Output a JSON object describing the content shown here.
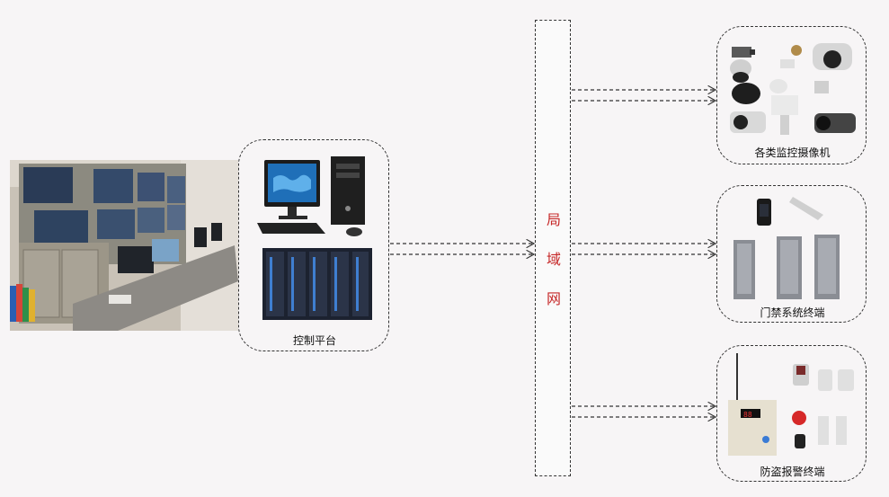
{
  "control_platform": {
    "label": "控制平台"
  },
  "lan": {
    "chars": [
      "局",
      "域",
      "网"
    ]
  },
  "terminals": [
    {
      "label": "各类监控摄像机"
    },
    {
      "label": "门禁系统终端"
    },
    {
      "label": "防盗报警终端"
    }
  ],
  "colors": {
    "lan_text": "#c62828",
    "line": "#333333"
  }
}
